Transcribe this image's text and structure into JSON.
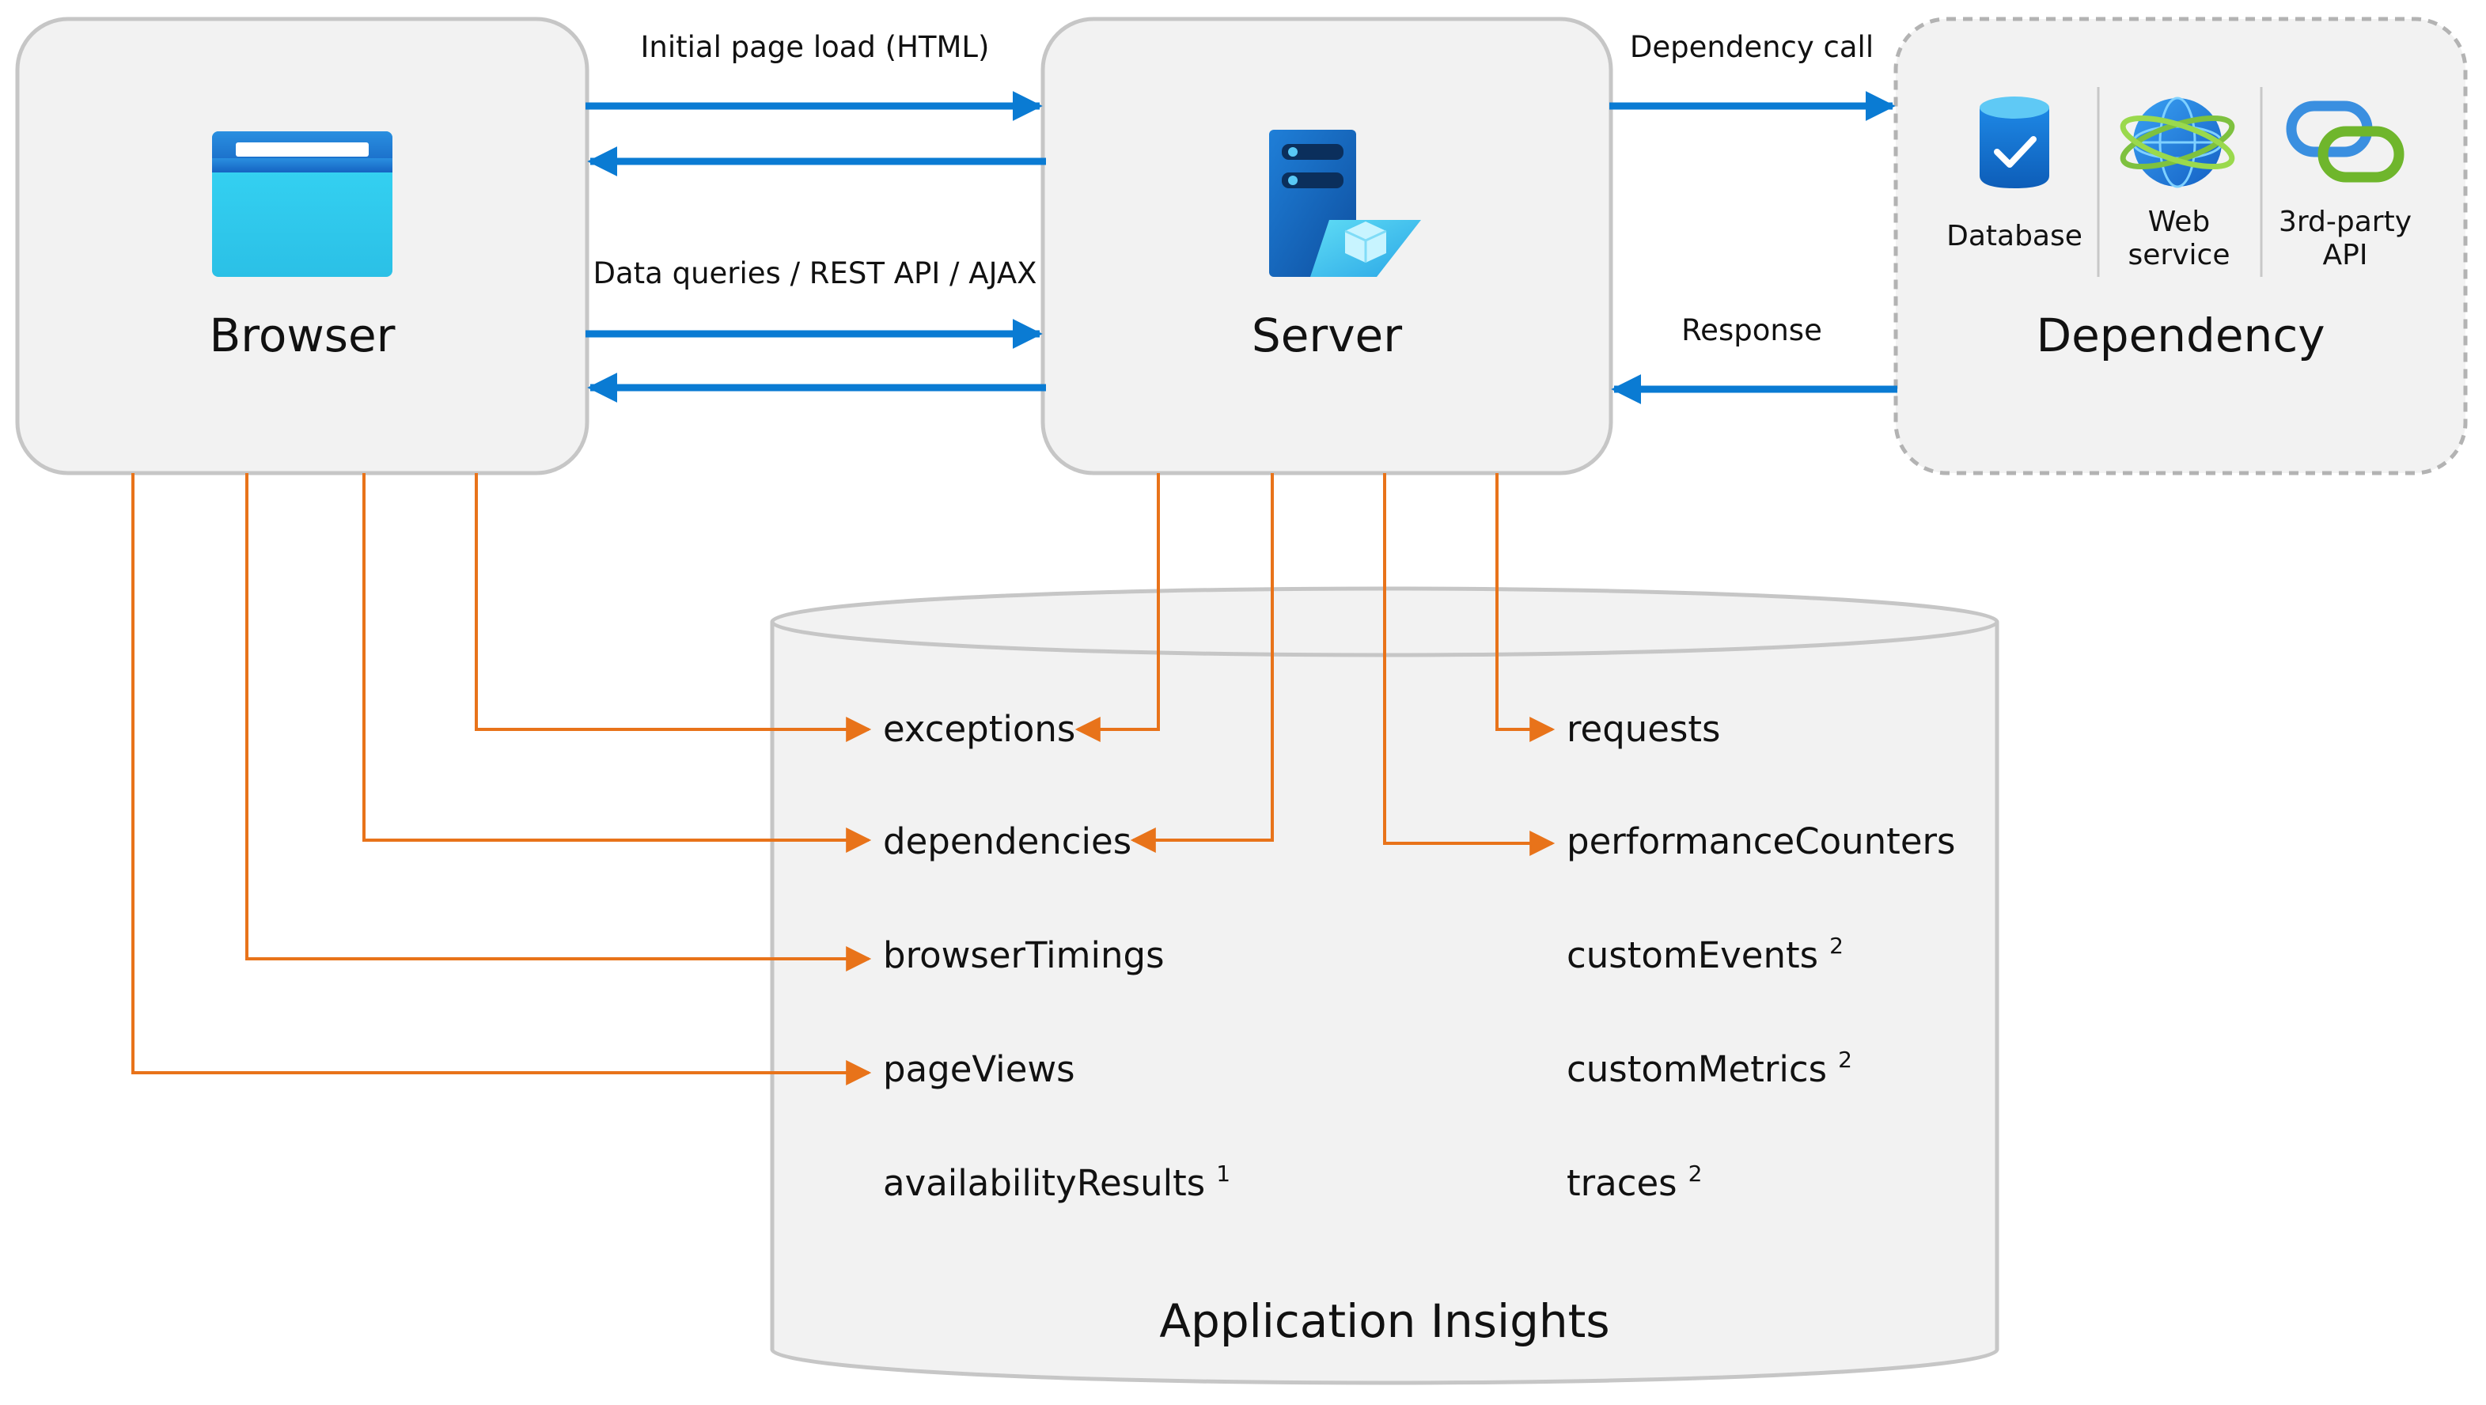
{
  "nodes": {
    "browser": {
      "label": "Browser",
      "icon": "browser-window-icon"
    },
    "server": {
      "label": "Server",
      "icon": "server-icon"
    },
    "dependency": {
      "label": "Dependency",
      "items": [
        {
          "line1": "Database",
          "line2": "",
          "icon": "database-icon"
        },
        {
          "line1": "Web",
          "line2": "service",
          "icon": "globe-icon"
        },
        {
          "line1": "3rd-party",
          "line2": "API",
          "icon": "chain-link-icon"
        }
      ]
    }
  },
  "arrows": {
    "initial_load": "Initial page load (HTML)",
    "data_queries": "Data queries / REST API / AJAX",
    "dependency_call": "Dependency call",
    "response": "Response"
  },
  "store": {
    "title": "Application Insights",
    "left_tables": [
      {
        "name": "exceptions",
        "note": ""
      },
      {
        "name": "dependencies",
        "note": ""
      },
      {
        "name": "browserTimings",
        "note": ""
      },
      {
        "name": "pageViews",
        "note": ""
      },
      {
        "name": "availabilityResults",
        "note": "1"
      }
    ],
    "right_tables": [
      {
        "name": "requests",
        "note": ""
      },
      {
        "name": "performanceCounters",
        "note": ""
      },
      {
        "name": "customEvents",
        "note": "2"
      },
      {
        "name": "customMetrics",
        "note": "2"
      },
      {
        "name": "traces",
        "note": "2"
      }
    ]
  },
  "colors": {
    "blue_arrow": "#0a7bd3",
    "orange_connector": "#e8731a",
    "box_fill": "#f2f2f2",
    "box_stroke": "#c6c6c6"
  }
}
